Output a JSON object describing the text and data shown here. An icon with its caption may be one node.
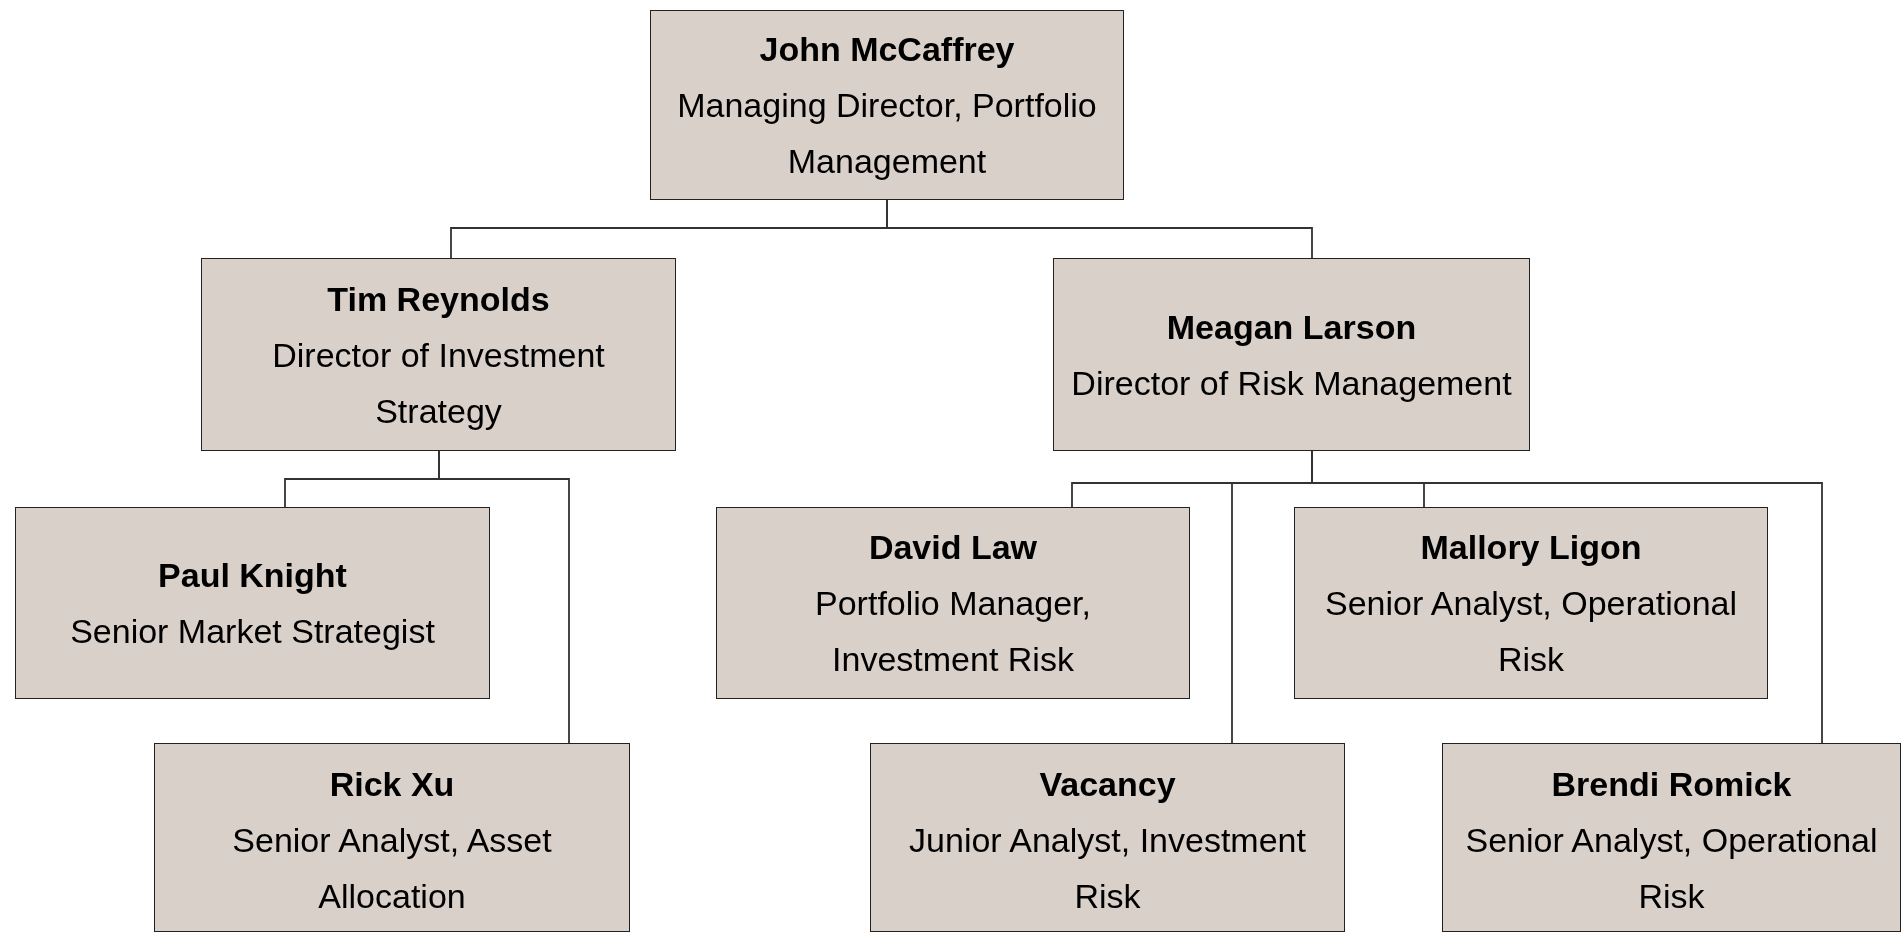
{
  "diagram": {
    "nodes": [
      {
        "text": [
          "John McCaffrey",
          "Managing Director, Portfolio Management"
        ]
      },
      {
        "text": [
          "Tim Reynolds",
          "Director of Investment Strategy"
        ]
      },
      {
        "text": [
          "Meagan Larson",
          "Director of Risk Management"
        ]
      },
      {
        "text": [
          "Paul Knight",
          "Senior Market Strategist"
        ]
      },
      {
        "text": [
          "Rick Xu",
          "Senior Analyst, Asset Allocation"
        ]
      },
      {
        "text": [
          "David Law",
          "Portfolio Manager, Investment Risk"
        ]
      },
      {
        "text": [
          "Mallory Ligon",
          "Senior Analyst, Operational Risk"
        ]
      },
      {
        "text": [
          "Vacancy",
          "Junior Analyst, Investment Risk"
        ]
      },
      {
        "text": [
          "Brendi Romick",
          "Senior Analyst, Operational Risk"
        ]
      }
    ],
    "edges": [
      {
        "from": 0,
        "to": 1,
        "arrow": "none"
      },
      {
        "from": 0,
        "to": 2,
        "arrow": "none"
      },
      {
        "from": 1,
        "to": 3,
        "arrow": "none"
      },
      {
        "from": 1,
        "to": 4,
        "arrow": "none"
      },
      {
        "from": 2,
        "to": 5,
        "arrow": "none"
      },
      {
        "from": 2,
        "to": 7,
        "arrow": "none"
      },
      {
        "from": 2,
        "to": 6,
        "arrow": "none"
      },
      {
        "from": 2,
        "to": 8,
        "arrow": "none"
      }
    ]
  }
}
